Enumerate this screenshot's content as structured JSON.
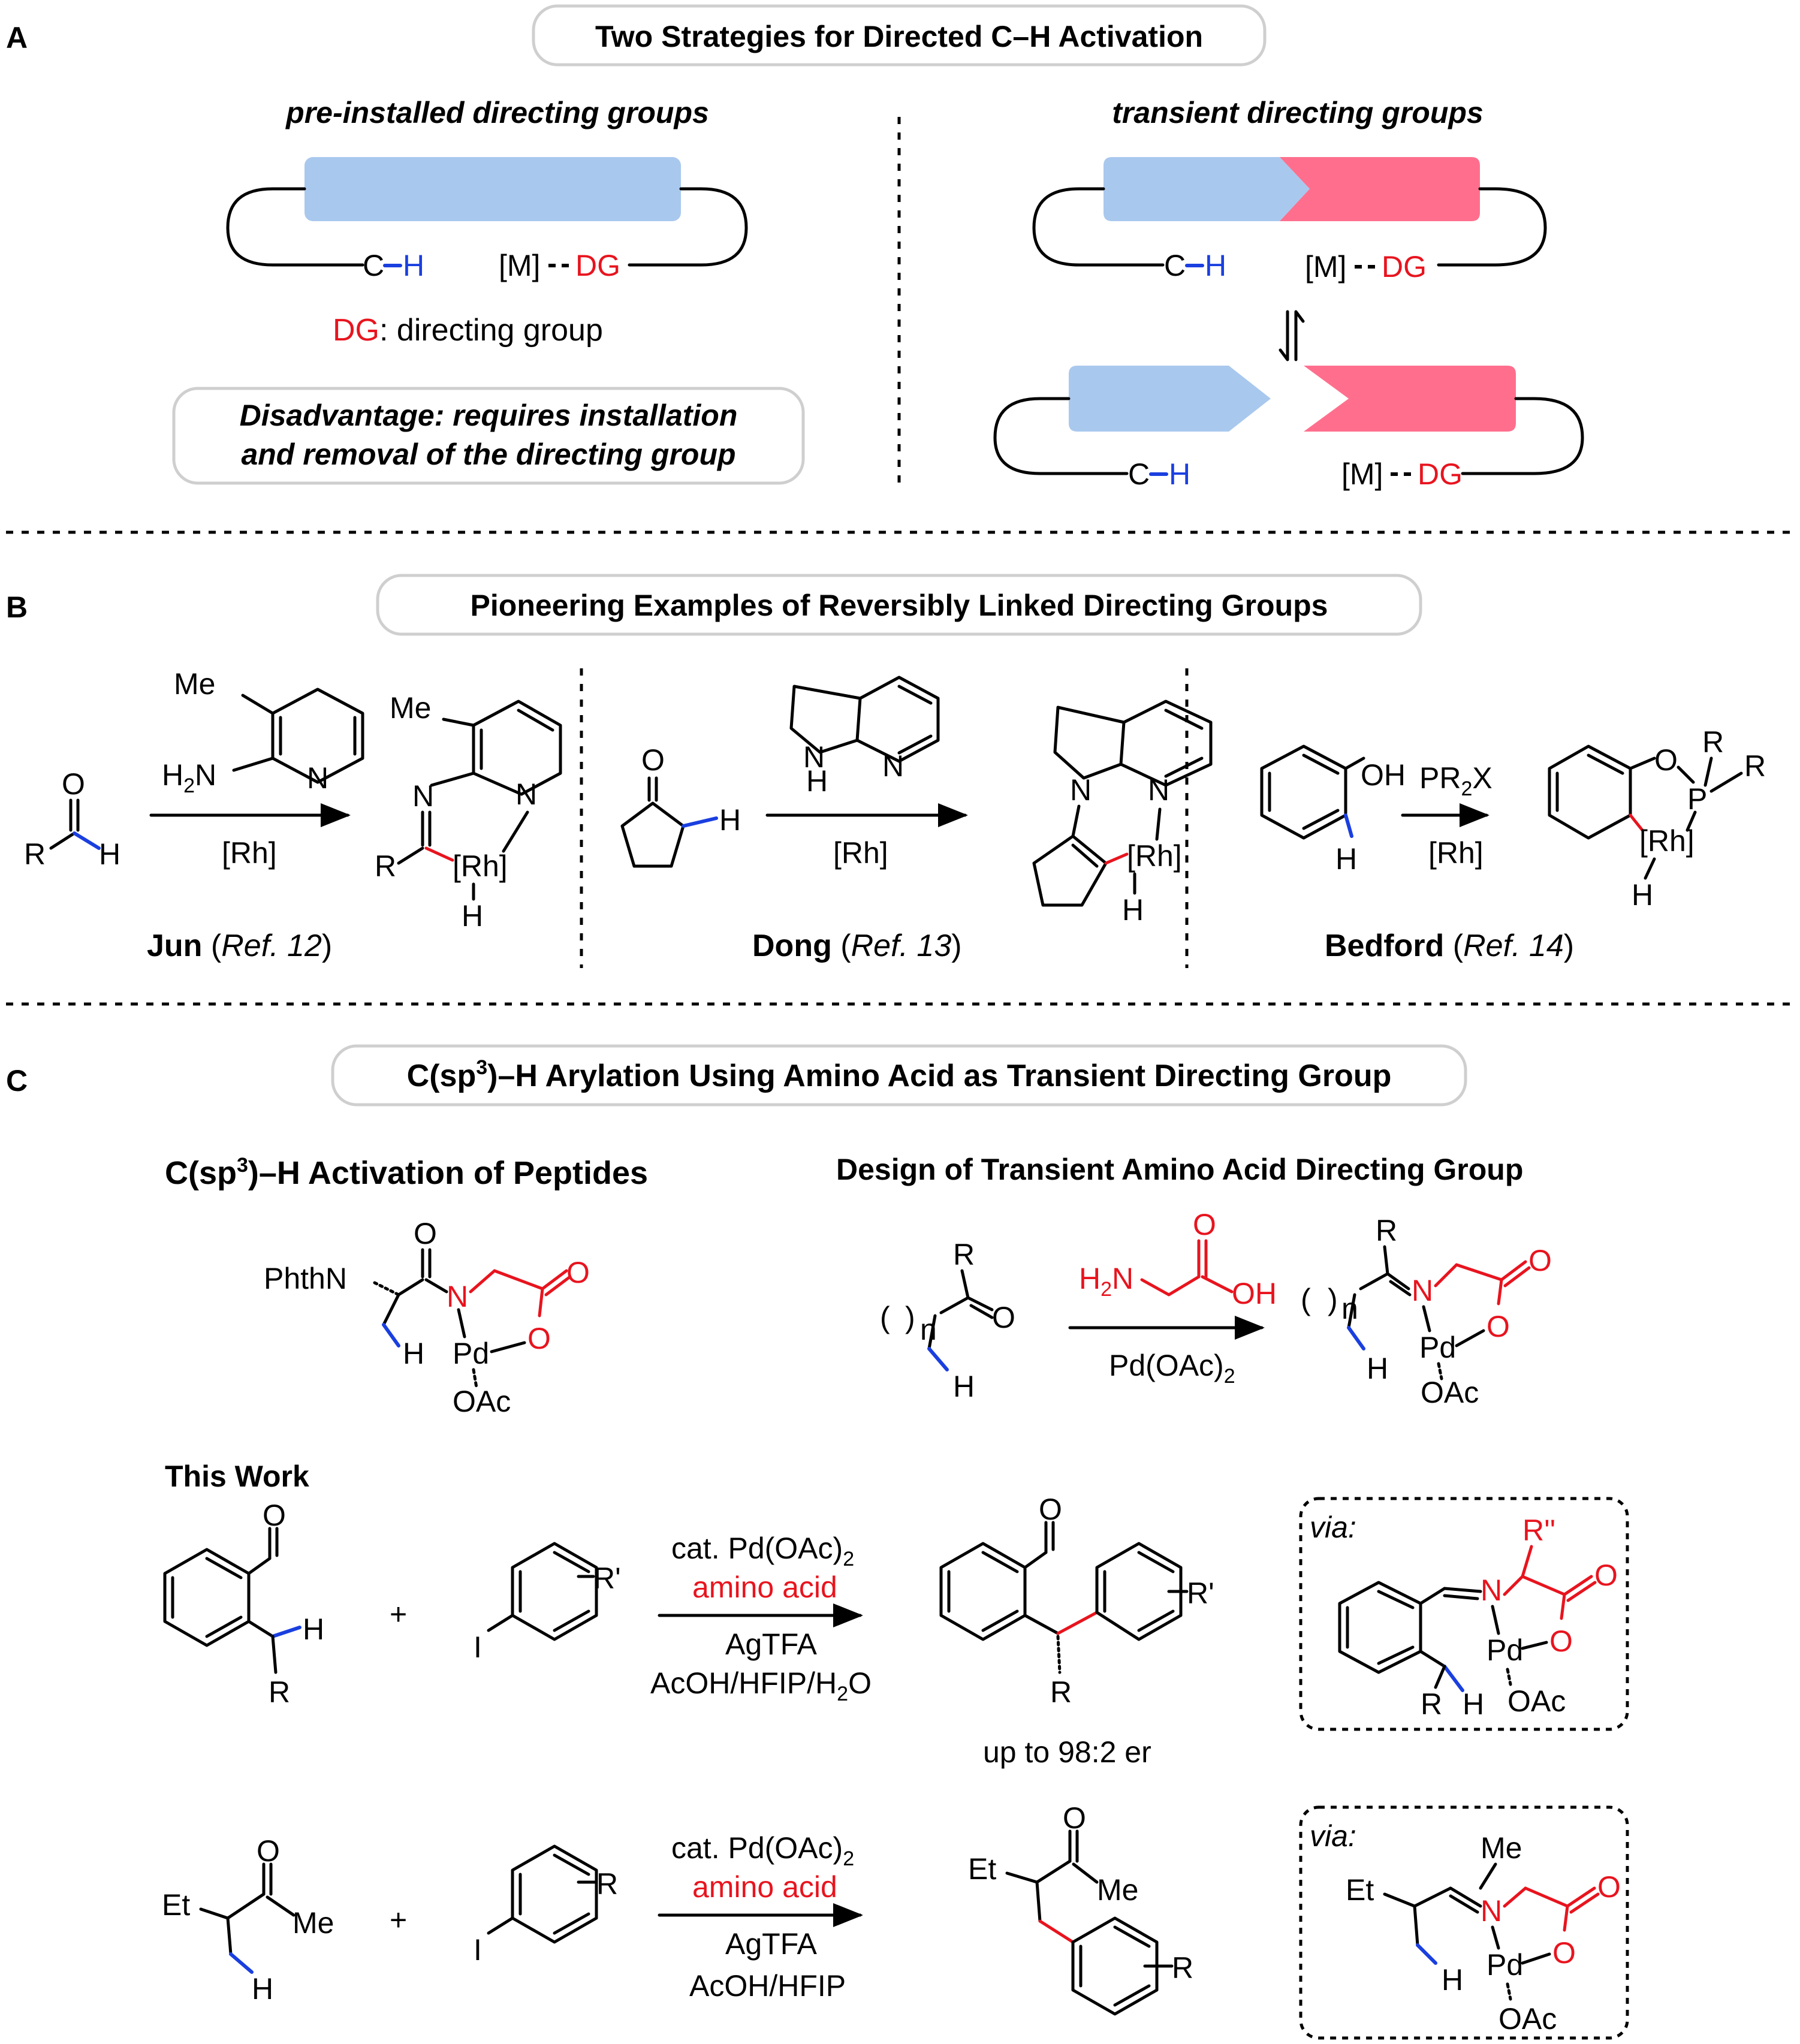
{
  "colors": {
    "blue_block": "#a9c8ee",
    "pink_block": "#ff6f8d",
    "red_text": "#e8141e",
    "blue_bond": "#1a3fe0",
    "pill_border": "#cfcfcf"
  },
  "panel_a": {
    "letter": "A",
    "title": "Two Strategies for Directed C–H Activation",
    "left_heading": "pre-installed directing groups",
    "right_heading": "transient directing groups",
    "c": "C",
    "h": "H",
    "m": "[M]",
    "dg": "DG",
    "dg_note_rest": ": directing group",
    "disadvantage_line1": "Disadvantage: requires installation",
    "disadvantage_line2": "and removal of the directing group"
  },
  "panel_b": {
    "letter": "B",
    "title": "Pioneering Examples of Reversibly Linked Directing Groups",
    "atoms": {
      "me": "Me",
      "nh2_h": "H",
      "nh2_sub": "2",
      "nh2_n": "N",
      "n": "N",
      "o": "O",
      "h": "H",
      "r": "R",
      "rh": "[Rh]",
      "oh": "OH",
      "p": "P"
    },
    "reagent_rh": "[Rh]",
    "bedford_reagent_pr": "PR",
    "bedford_reagent_sub": "2",
    "bedford_reagent_x": "X",
    "jun_name": "Jun",
    "jun_ref": "Ref. 12",
    "dong_name": "Dong",
    "dong_ref": "Ref. 13",
    "bedford_name": "Bedford",
    "bedford_ref": "Ref. 14"
  },
  "panel_c": {
    "letter": "C",
    "title_pre": "C(sp",
    "title_sup": "3",
    "title_post": ")–H Arylation Using Amino Acid as Transient Directing Group",
    "peptide_heading_pre": "C(sp",
    "peptide_heading_sup": "3",
    "peptide_heading_post": ")–H Activation of Peptides",
    "design_heading": "Design of Transient Amino Acid Directing Group",
    "atoms": {
      "phthn": "PhthN",
      "o": "O",
      "n": "N",
      "h": "H",
      "pd": "Pd",
      "oac": "OAc",
      "r": "R",
      "r_prime": "R'",
      "r_dprime": "R''",
      "i": "I",
      "et": "Et",
      "me": "Me",
      "oh": "OH",
      "n_sub": "n"
    },
    "glycine_h2n_h": "H",
    "glycine_h2n_sub": "2",
    "glycine_h2n_n": "N",
    "pdoac_pre": "Pd(OAc)",
    "pdoac_sub": "2",
    "this_work": "This Work",
    "plus": "+",
    "cat_pre": "cat. Pd(OAc)",
    "cat_sub": "2",
    "amino_acid": "amino acid",
    "agtfa": "AgTFA",
    "solvent1_pre": "AcOH/HFIP/H",
    "solvent1_sub": "2",
    "solvent1_post": "O",
    "solvent2": "AcOH/HFIP",
    "er": "up to 98:2 er",
    "via": "via:"
  }
}
